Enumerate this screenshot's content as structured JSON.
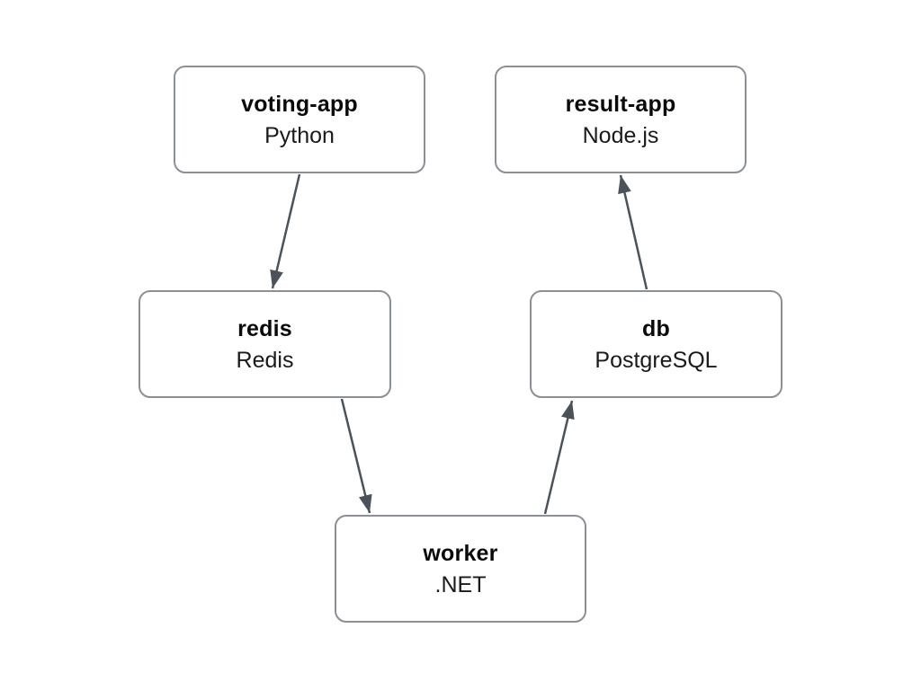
{
  "diagram": {
    "background_color": "#ffffff",
    "node_border_color": "#8b9096",
    "node_fill_color": "#ffffff",
    "arrow_color": "#4b525a",
    "title_color": "#0a0a0a",
    "subtitle_color": "#1a1a1a"
  },
  "nodes": [
    {
      "id": "voting-app",
      "title": "voting-app",
      "subtitle": "Python"
    },
    {
      "id": "result-app",
      "title": "result-app",
      "subtitle": "Node.js"
    },
    {
      "id": "redis",
      "title": "redis",
      "subtitle": "Redis"
    },
    {
      "id": "db",
      "title": "db",
      "subtitle": "PostgreSQL"
    },
    {
      "id": "worker",
      "title": "worker",
      "subtitle": ".NET"
    }
  ],
  "edges": [
    {
      "from": "voting-app",
      "to": "redis"
    },
    {
      "from": "redis",
      "to": "worker"
    },
    {
      "from": "worker",
      "to": "db"
    },
    {
      "from": "db",
      "to": "result-app"
    }
  ]
}
